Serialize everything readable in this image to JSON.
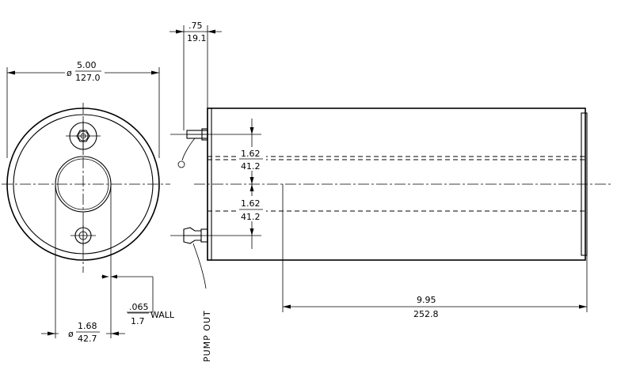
{
  "dimensions": {
    "outer_diameter": {
      "symbol": "ø",
      "inch": "5.00",
      "mm": "127.0"
    },
    "fitting_length": {
      "inch": ".75",
      "mm": "19.1"
    },
    "upper_offset": {
      "inch": "1.62",
      "mm": "41.2"
    },
    "lower_offset": {
      "inch": "1.62",
      "mm": "41.2"
    },
    "body_length": {
      "inch": "9.95",
      "mm": "252.8"
    },
    "wall": {
      "inch": ".065",
      "mm": "1.7",
      "label": "WALL"
    },
    "inner_diameter": {
      "symbol": "ø",
      "inch": "1.68",
      "mm": "42.7"
    }
  },
  "labels": {
    "pump_out": "PUMP OUT"
  }
}
